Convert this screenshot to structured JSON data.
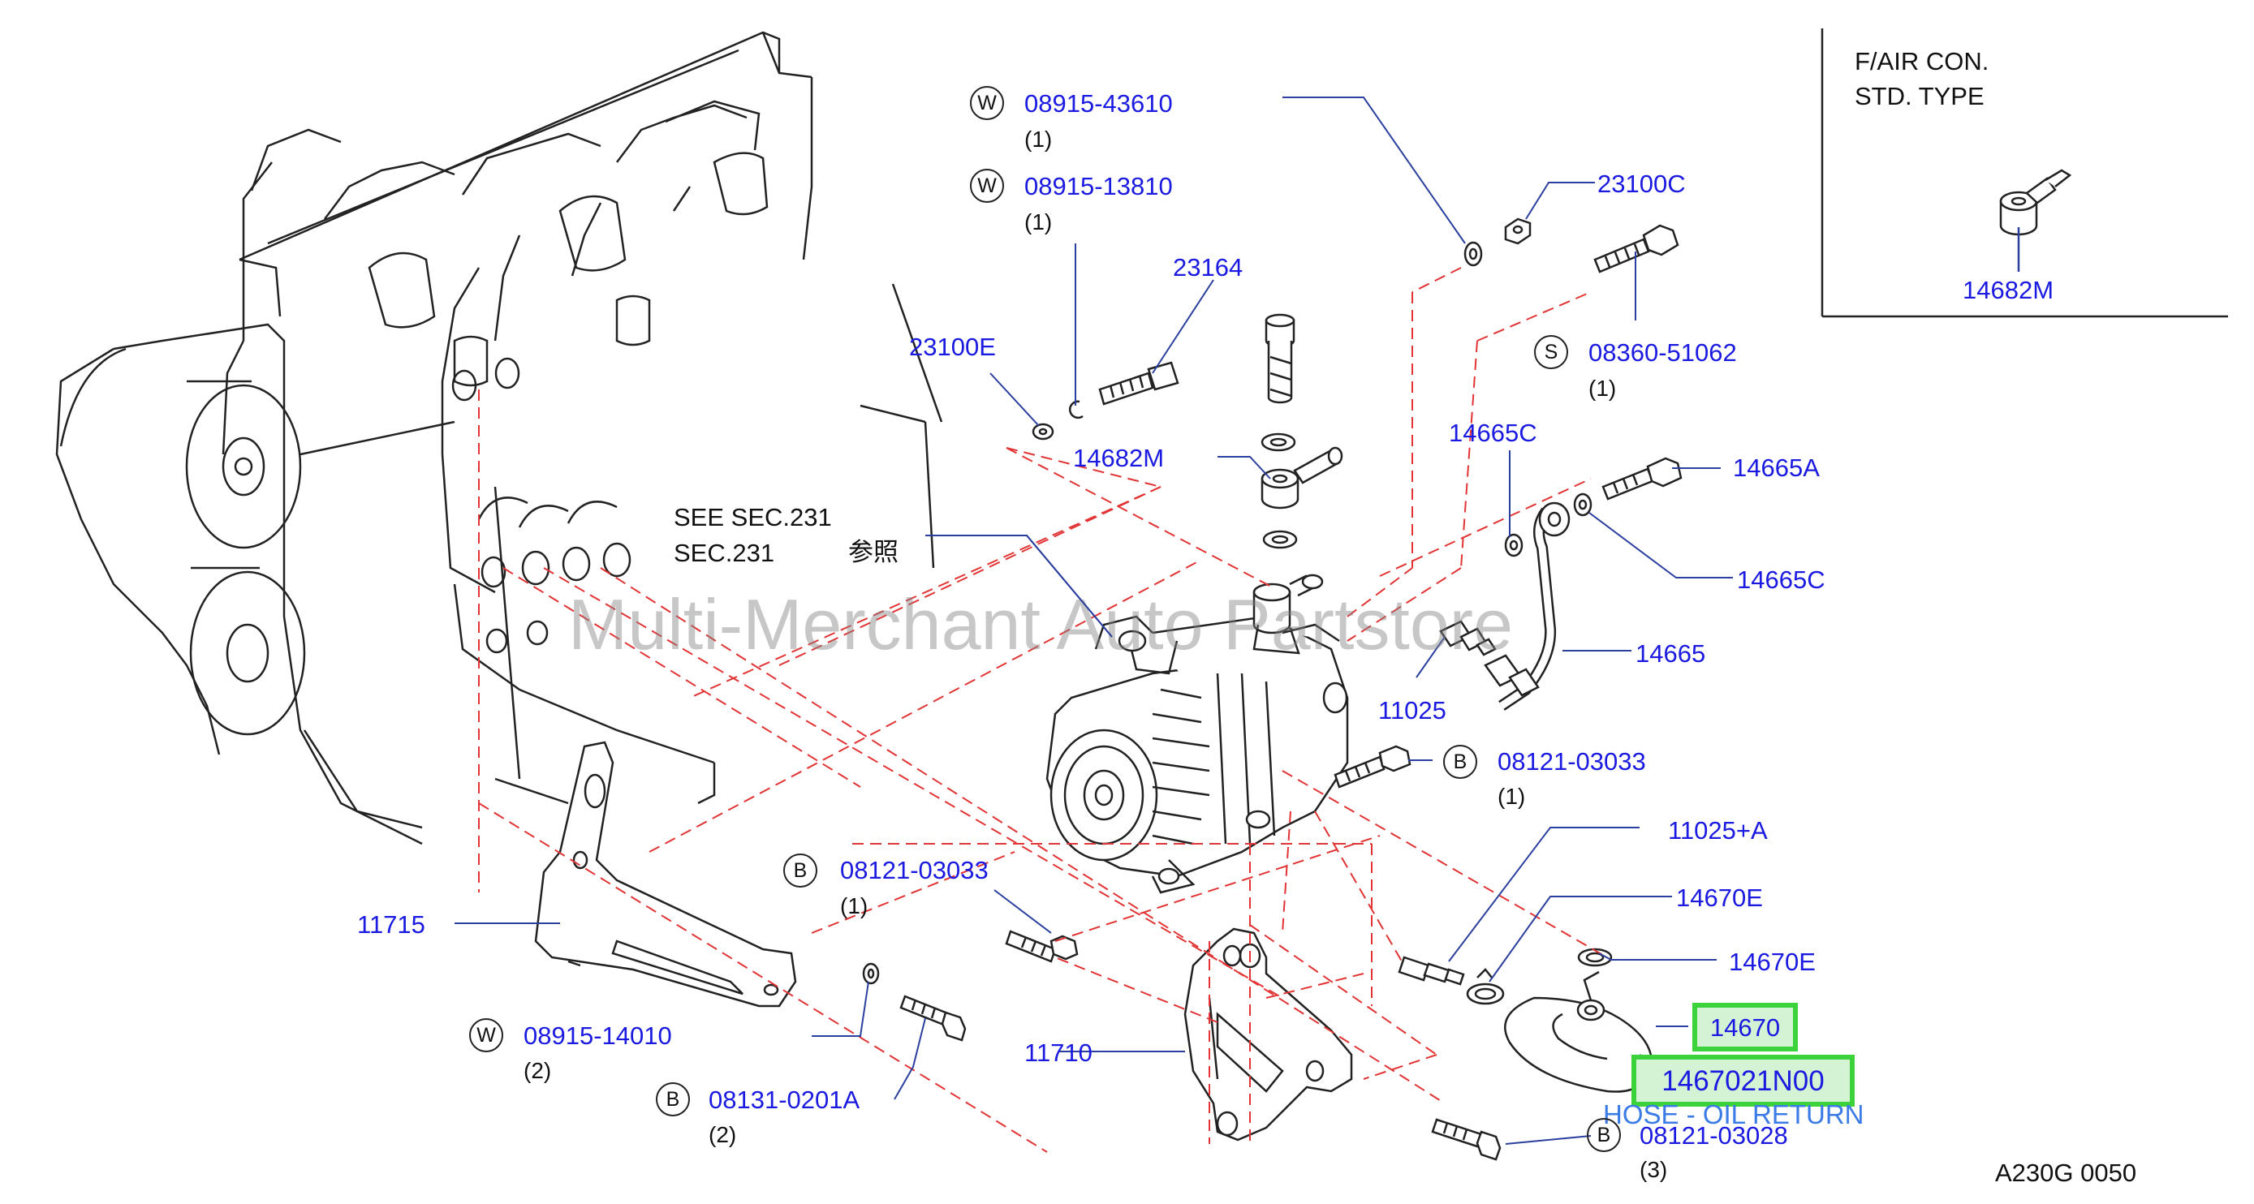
{
  "inset": {
    "title_line1": "F/AIR   CON.",
    "title_line2": "STD.   TYPE",
    "part": "14682M"
  },
  "watermark": "Multi-Merchant Auto Partstore",
  "see_ref": {
    "line1": "SEE   SEC.231",
    "line2": "SEC.231",
    "line2_jp": "参照"
  },
  "parts": {
    "p_0891543610": {
      "symbol": "W",
      "number": "08915-43610",
      "qty": "(1)"
    },
    "p_0891513810": {
      "symbol": "W",
      "number": "08915-13810",
      "qty": "(1)"
    },
    "p_23164": {
      "number": "23164"
    },
    "p_23100E": {
      "number": "23100E"
    },
    "p_23100C": {
      "number": "23100C"
    },
    "p_0836051062": {
      "symbol": "S",
      "number": "08360-51062",
      "qty": "(1)"
    },
    "p_14682M": {
      "number": "14682M"
    },
    "p_14665C_top": {
      "number": "14665C"
    },
    "p_14665A": {
      "number": "14665A"
    },
    "p_14665C_right": {
      "number": "14665C"
    },
    "p_14665": {
      "number": "14665"
    },
    "p_11025": {
      "number": "11025"
    },
    "p_0812103033_right": {
      "symbol": "B",
      "number": "08121-03033",
      "qty": "(1)"
    },
    "p_11025A": {
      "number": "11025+A"
    },
    "p_14670E_1": {
      "number": "14670E"
    },
    "p_14670E_2": {
      "number": "14670E"
    },
    "p_14670": {
      "number": "14670"
    },
    "p_1467021N00": {
      "number": "1467021N00"
    },
    "hose_desc": "HOSE - OIL RETURN",
    "p_0812103033_left": {
      "symbol": "B",
      "number": "08121-03033",
      "qty": "(1)"
    },
    "p_11715": {
      "number": "11715"
    },
    "p_0891514010": {
      "symbol": "W",
      "number": "08915-14010",
      "qty": "(2)"
    },
    "p_081310201A": {
      "symbol": "B",
      "number": "08131-0201A",
      "qty": "(2)"
    },
    "p_11710": {
      "number": "11710"
    },
    "p_0812103028": {
      "symbol": "B",
      "number": "08121-03028",
      "qty": "(3)"
    }
  },
  "diagram_code": "A230G   0050",
  "colors": {
    "part_label": "#1a1ae0",
    "leader": "#2b3f9e",
    "dashed": "#e23434",
    "highlight": "#3bd23b",
    "line_art": "#222222"
  }
}
